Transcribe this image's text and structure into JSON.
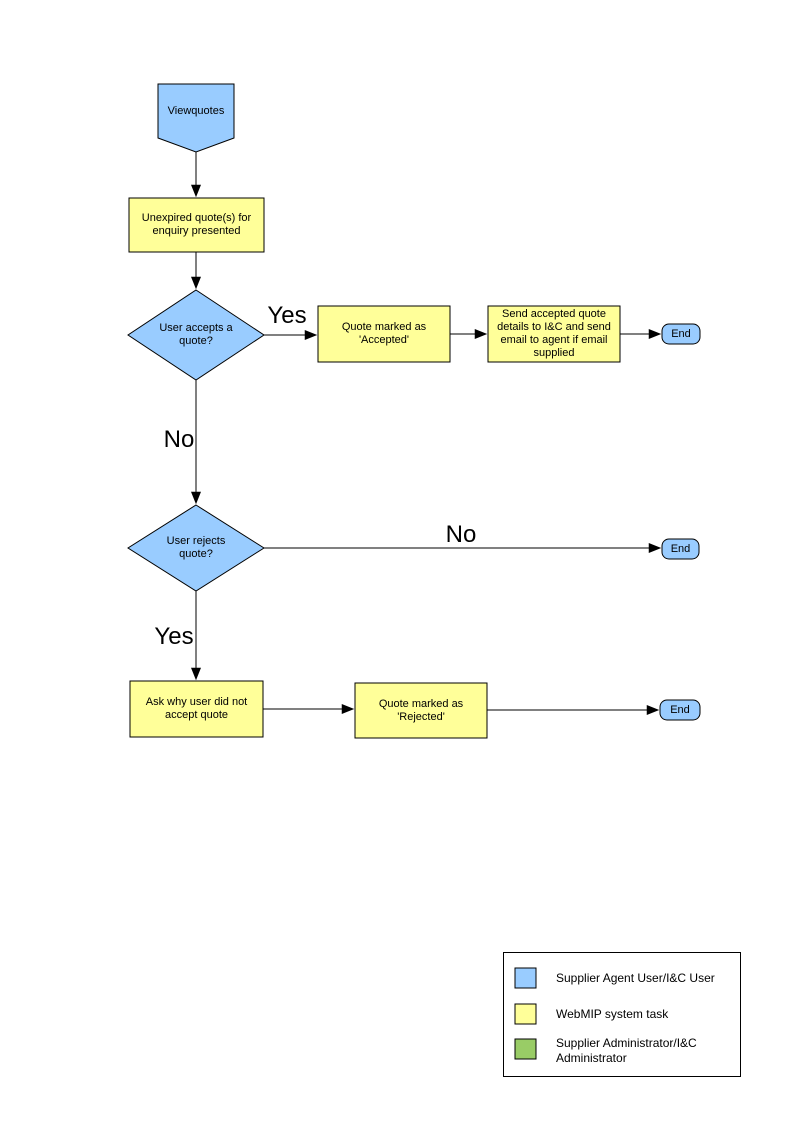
{
  "colors": {
    "user_shape": "#99CCFF",
    "system_task": "#FFFF99",
    "admin_shape": "#99CC66",
    "line": "#000000"
  },
  "flowchart": {
    "nodes": {
      "viewquotes": {
        "label": "Viewquotes"
      },
      "unexpired_quotes": {
        "label": "Unexpired quote(s) for enquiry presented"
      },
      "user_accepts": {
        "label": "User accepts a quote?"
      },
      "quote_accepted": {
        "label": "Quote marked as 'Accepted'"
      },
      "send_details": {
        "label": "Send accepted quote details to I&C and send email to agent if email supplied"
      },
      "end_accepted": {
        "label": "End"
      },
      "user_rejects": {
        "label": "User rejects quote?"
      },
      "end_not_rejected": {
        "label": "End"
      },
      "ask_why": {
        "label": "Ask why user did not accept quote"
      },
      "quote_rejected": {
        "label": "Quote marked as 'Rejected'"
      },
      "end_rejected": {
        "label": "End"
      }
    },
    "edge_labels": {
      "accepts_yes": "Yes",
      "accepts_no": "No",
      "rejects_no": "No",
      "rejects_yes": "Yes"
    }
  },
  "legend": {
    "items": [
      {
        "label": "Supplier Agent User/I&C User",
        "color": "#99CCFF"
      },
      {
        "label": "WebMIP system task",
        "color": "#FFFF99"
      },
      {
        "label": "Supplier Administrator/I&C Administrator",
        "color": "#99CC66"
      }
    ]
  }
}
